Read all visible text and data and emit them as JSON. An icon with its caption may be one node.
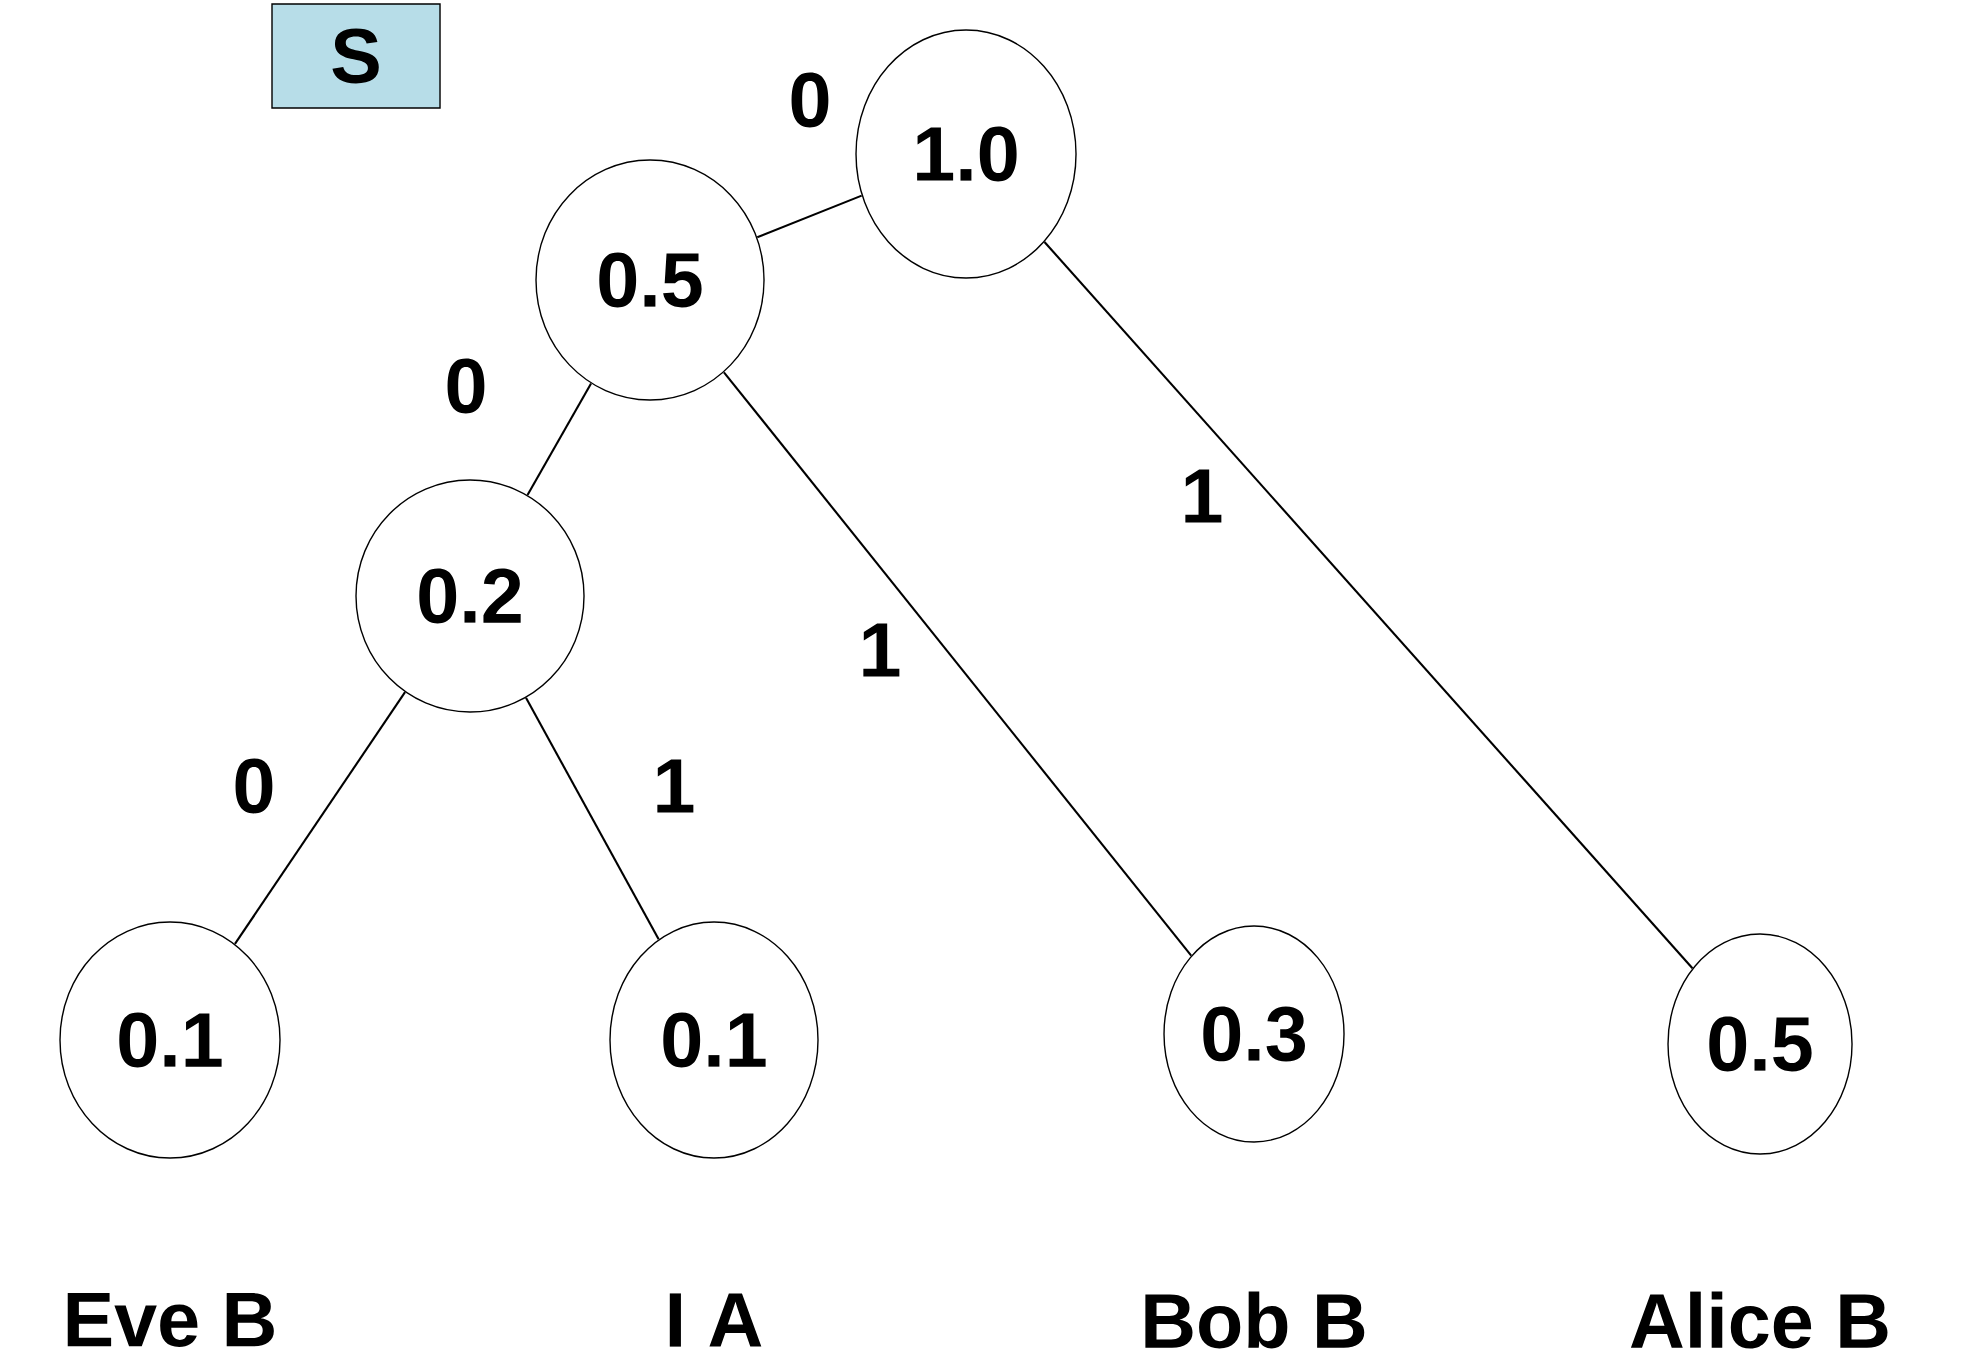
{
  "diagram": {
    "nodes": [
      {
        "text": [
          "S"
        ]
      },
      {
        "text": [
          "1.0"
        ]
      },
      {
        "text": [
          "0.5"
        ]
      },
      {
        "text": [
          "0.2"
        ]
      },
      {
        "text": [
          "0.1"
        ],
        "beside": [
          "Eve B"
        ]
      },
      {
        "text": [
          "0.1"
        ],
        "beside": [
          "I A"
        ]
      },
      {
        "text": [
          "0.3"
        ],
        "beside": [
          "Bob B"
        ]
      },
      {
        "text": [
          "0.5"
        ],
        "beside": [
          "Alice B"
        ]
      }
    ],
    "edges": [
      {
        "from": 1,
        "to": 2,
        "arrow": "none",
        "label": "0"
      },
      {
        "from": 2,
        "to": 3,
        "arrow": "none",
        "label": "0"
      },
      {
        "from": 2,
        "to": 6,
        "arrow": "none",
        "label": "1"
      },
      {
        "from": 1,
        "to": 7,
        "arrow": "none",
        "label": "1"
      },
      {
        "from": 3,
        "to": 4,
        "arrow": "none",
        "label": "0"
      },
      {
        "from": 3,
        "to": 5,
        "arrow": "none",
        "label": "1"
      }
    ]
  }
}
